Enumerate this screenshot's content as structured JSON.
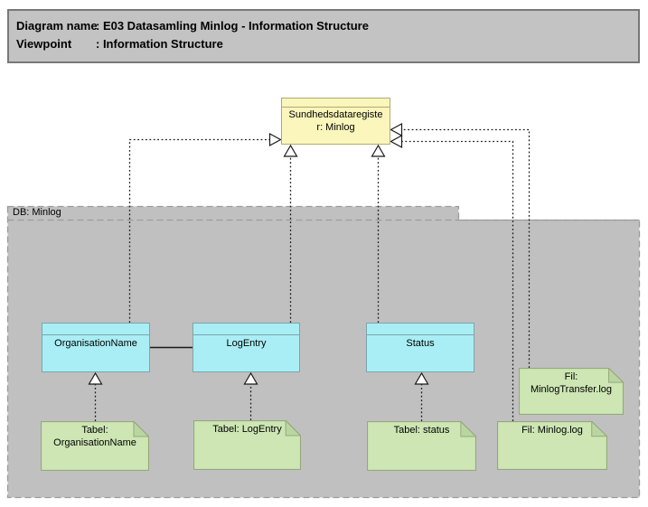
{
  "colors": {
    "header-fill": "#c3c3c3",
    "header-border": "#787878",
    "container-fill": "#c0c0c0",
    "container-border": "#9b9b9b",
    "register-fill": "#fbf6bb",
    "register-border": "#aeab72",
    "entity-fill": "#a9eef4",
    "entity-border": "#7aa6ac",
    "note-fill": "#cde6b4",
    "note-fold": "#bad6a0",
    "note-border": "#96a87d",
    "connector": "#1a1a1a"
  },
  "header": {
    "rows": [
      {
        "label": "Diagram name",
        "value": ": E03 Datasamling Minlog - Information Structure"
      },
      {
        "label": "Viewpoint",
        "value": ": Information Structure"
      }
    ]
  },
  "container": {
    "label": "DB: Minlog"
  },
  "register": {
    "label": "Sundhedsdataregiste\nr: Minlog",
    "full_name": "Sundhedsdataregister: Minlog"
  },
  "entities": [
    {
      "label": "OrganisationName"
    },
    {
      "label": "LogEntry"
    },
    {
      "label": "Status"
    }
  ],
  "notes": [
    {
      "label": "Tabel:\nOrganisationName"
    },
    {
      "label": "Tabel: LogEntry"
    },
    {
      "label": "Tabel: status"
    },
    {
      "label": "Fil: Minlog.log"
    },
    {
      "label": "Fil:\nMinlogTransfer.log"
    }
  ],
  "relationships": [
    {
      "type": "realization",
      "from": "OrganisationName",
      "to": "Sundhedsdataregister: Minlog"
    },
    {
      "type": "realization",
      "from": "LogEntry",
      "to": "Sundhedsdataregister: Minlog"
    },
    {
      "type": "realization",
      "from": "Status",
      "to": "Sundhedsdataregister: Minlog"
    },
    {
      "type": "realization",
      "from": "Fil: MinlogTransfer.log",
      "to": "Sundhedsdataregister: Minlog"
    },
    {
      "type": "realization",
      "from": "Fil: Minlog.log",
      "to": "Sundhedsdataregister: Minlog"
    },
    {
      "type": "realization",
      "from": "Tabel: OrganisationName",
      "to": "OrganisationName"
    },
    {
      "type": "realization",
      "from": "Tabel: LogEntry",
      "to": "LogEntry"
    },
    {
      "type": "realization",
      "from": "Tabel: status",
      "to": "Status"
    },
    {
      "type": "association",
      "from": "OrganisationName",
      "to": "LogEntry"
    }
  ]
}
